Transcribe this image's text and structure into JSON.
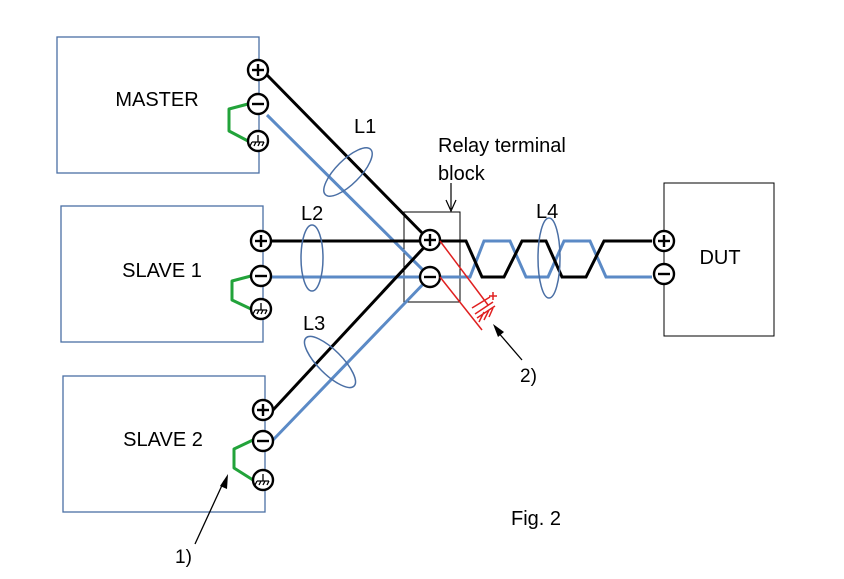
{
  "units": {
    "master": "MASTER",
    "slave1": "SLAVE 1",
    "slave2": "SLAVE 2",
    "dut": "DUT"
  },
  "relay_block": {
    "label_line1": "Relay terminal",
    "label_line2": "block"
  },
  "cables": {
    "l1": "L1",
    "l2": "L2",
    "l3": "L3",
    "l4": "L4"
  },
  "callouts": {
    "note1": "1)",
    "note2": "2)"
  },
  "figure_caption": "Fig. 2",
  "colors": {
    "positive_wire": "#000000",
    "negative_wire": "#5b8ac6",
    "ground_link": "#22a33a",
    "capacitor": "#e02020",
    "box_border": "#4a6fa5"
  },
  "symbols": {
    "plus": "+",
    "minus": "−"
  }
}
